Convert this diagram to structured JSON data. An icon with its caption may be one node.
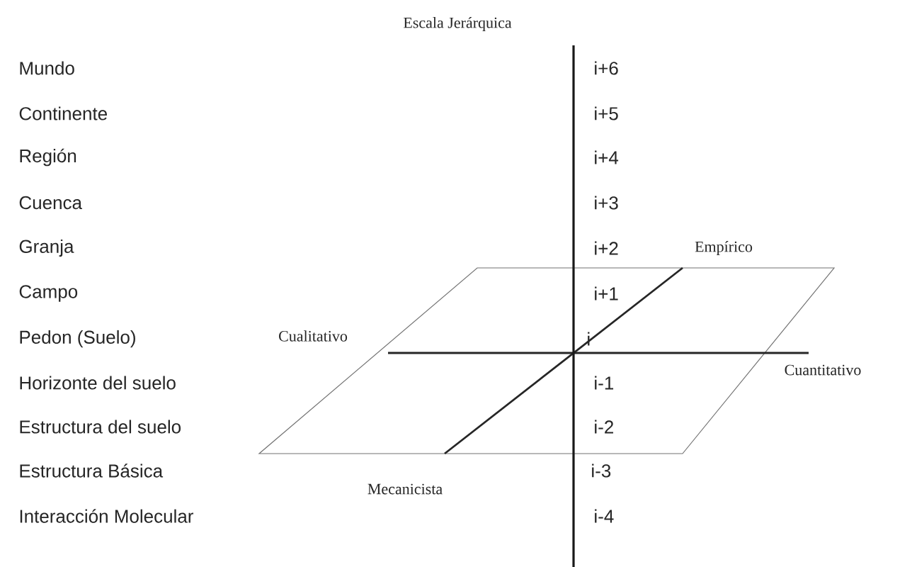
{
  "diagram": {
    "labels": [
      "Escala Jerárquica",
      "Mundo",
      "Continente",
      "Región",
      "Cuenca",
      "Granja",
      "Campo",
      "Pedon (Suelo)",
      "Horizonte del suelo",
      "Estructura del suelo",
      "Estructura Básica",
      "Interacción Molecular",
      "i+6",
      "i+5",
      "i+4",
      "i+3",
      "i+2",
      "i+1",
      "i",
      "i-1",
      "i-2",
      "i-3",
      "i-4",
      "Empírico",
      "Cualitativo",
      "Cuantitativo",
      "Mecanicista"
    ]
  }
}
